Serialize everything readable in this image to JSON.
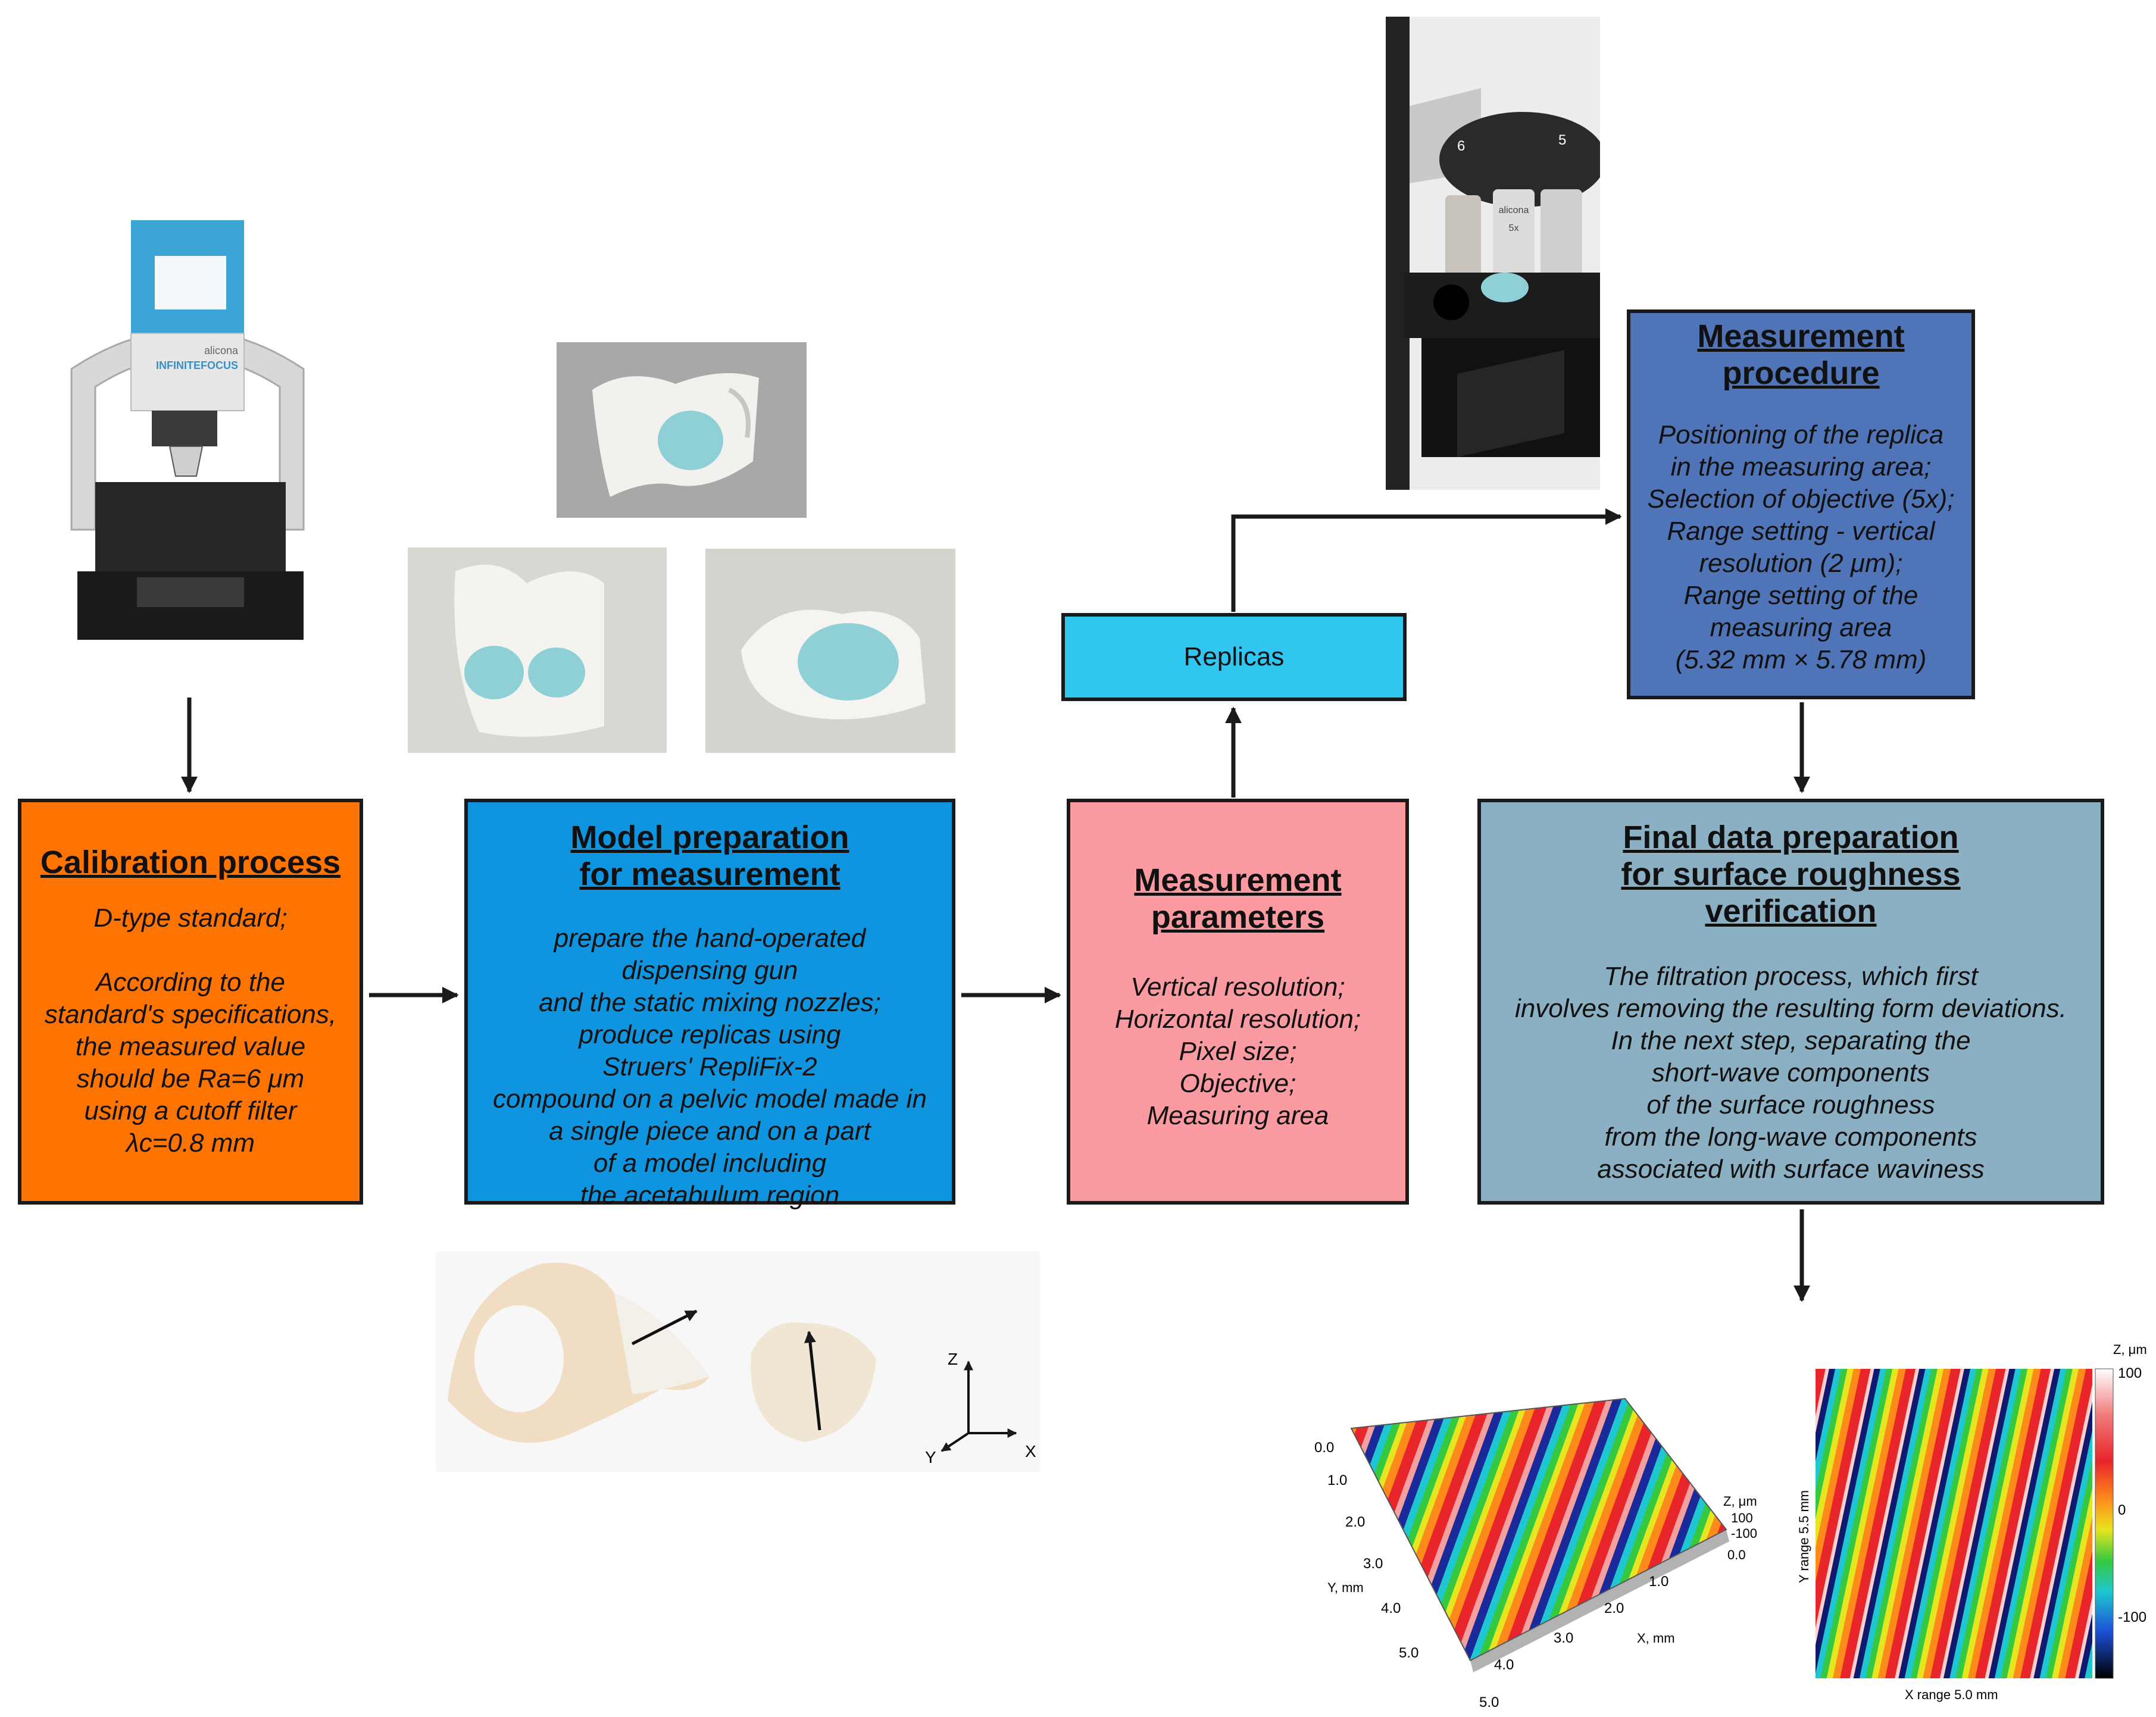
{
  "calibration": {
    "title": "Calibration process",
    "body": [
      "D-type standard;",
      "",
      "According to the",
      "standard's specifications,",
      "the measured value",
      "should be Ra=6 μm",
      "using a cutoff filter",
      "λc=0.8 mm"
    ]
  },
  "model_prep": {
    "title": [
      "Model preparation",
      "for measurement"
    ],
    "body": [
      "prepare the hand-operated",
      "dispensing gun",
      "and the static mixing nozzles;",
      "produce replicas using",
      "Struers' RepliFix-2",
      "compound on a pelvic model made in",
      "a single piece and on a part",
      "of a model including",
      "the acetabulum region"
    ]
  },
  "measurement_params": {
    "title": [
      "Measurement",
      "parameters"
    ],
    "body": [
      "Vertical resolution;",
      "Horizontal resolution;",
      "Pixel size;",
      "Objective;",
      "Measuring area"
    ]
  },
  "replicas": {
    "label": "Replicas"
  },
  "measurement_procedure": {
    "title": [
      "Measurement",
      "procedure"
    ],
    "body": [
      "Positioning of the replica",
      "in the measuring area;",
      "Selection of objective (5x);",
      "Range setting - vertical",
      "resolution (2 μm);",
      "Range setting of the",
      "measuring area",
      "(5.32 mm × 5.78 mm)"
    ]
  },
  "final_data": {
    "title": [
      "Final data preparation",
      "for surface roughness",
      "verification"
    ],
    "body": [
      "The filtration process, which first",
      "involves removing the resulting form deviations.",
      "In the next step, separating the",
      "short-wave components",
      "of the surface roughness",
      "from the long-wave components",
      "associated with surface waviness"
    ]
  },
  "instrument_photo": {
    "brand": "alicona",
    "model": "INFINITEFOCUS"
  },
  "objective_photo": {
    "turret_numbers": [
      "6",
      "5"
    ],
    "lens_brand": "alicona",
    "lens_text": "5x"
  },
  "axes": {
    "z": "Z",
    "x": "X",
    "y": "Y"
  },
  "surface_3d": {
    "z_axis_title": "Z, μm",
    "z_ticks": [
      "100",
      "-100"
    ],
    "z_zero": "0.0",
    "y_axis_title": "Y, mm",
    "y_ticks": [
      "0.0",
      "1.0",
      "2.0",
      "3.0",
      "4.0",
      "5.0"
    ],
    "x_axis_title": "X, mm",
    "x_ticks": [
      "1.0",
      "2.0",
      "3.0",
      "4.0",
      "5.0"
    ]
  },
  "surface_2d": {
    "colorbar_title": "Z, μm",
    "colorbar_ticks": [
      "100",
      "0",
      "-100"
    ],
    "y_label": "Y range 5.5 mm",
    "x_label": "X range 5.0 mm"
  },
  "colors": {
    "calibration": "#ff7300",
    "model_prep": "#0f95e0",
    "measurement_params": "#fb9aa1",
    "replicas": "#30c6ef",
    "measurement_procedure": "#4f74b8",
    "final_data": "#8cb0c3",
    "replica_blue": "#8fd0d6"
  }
}
